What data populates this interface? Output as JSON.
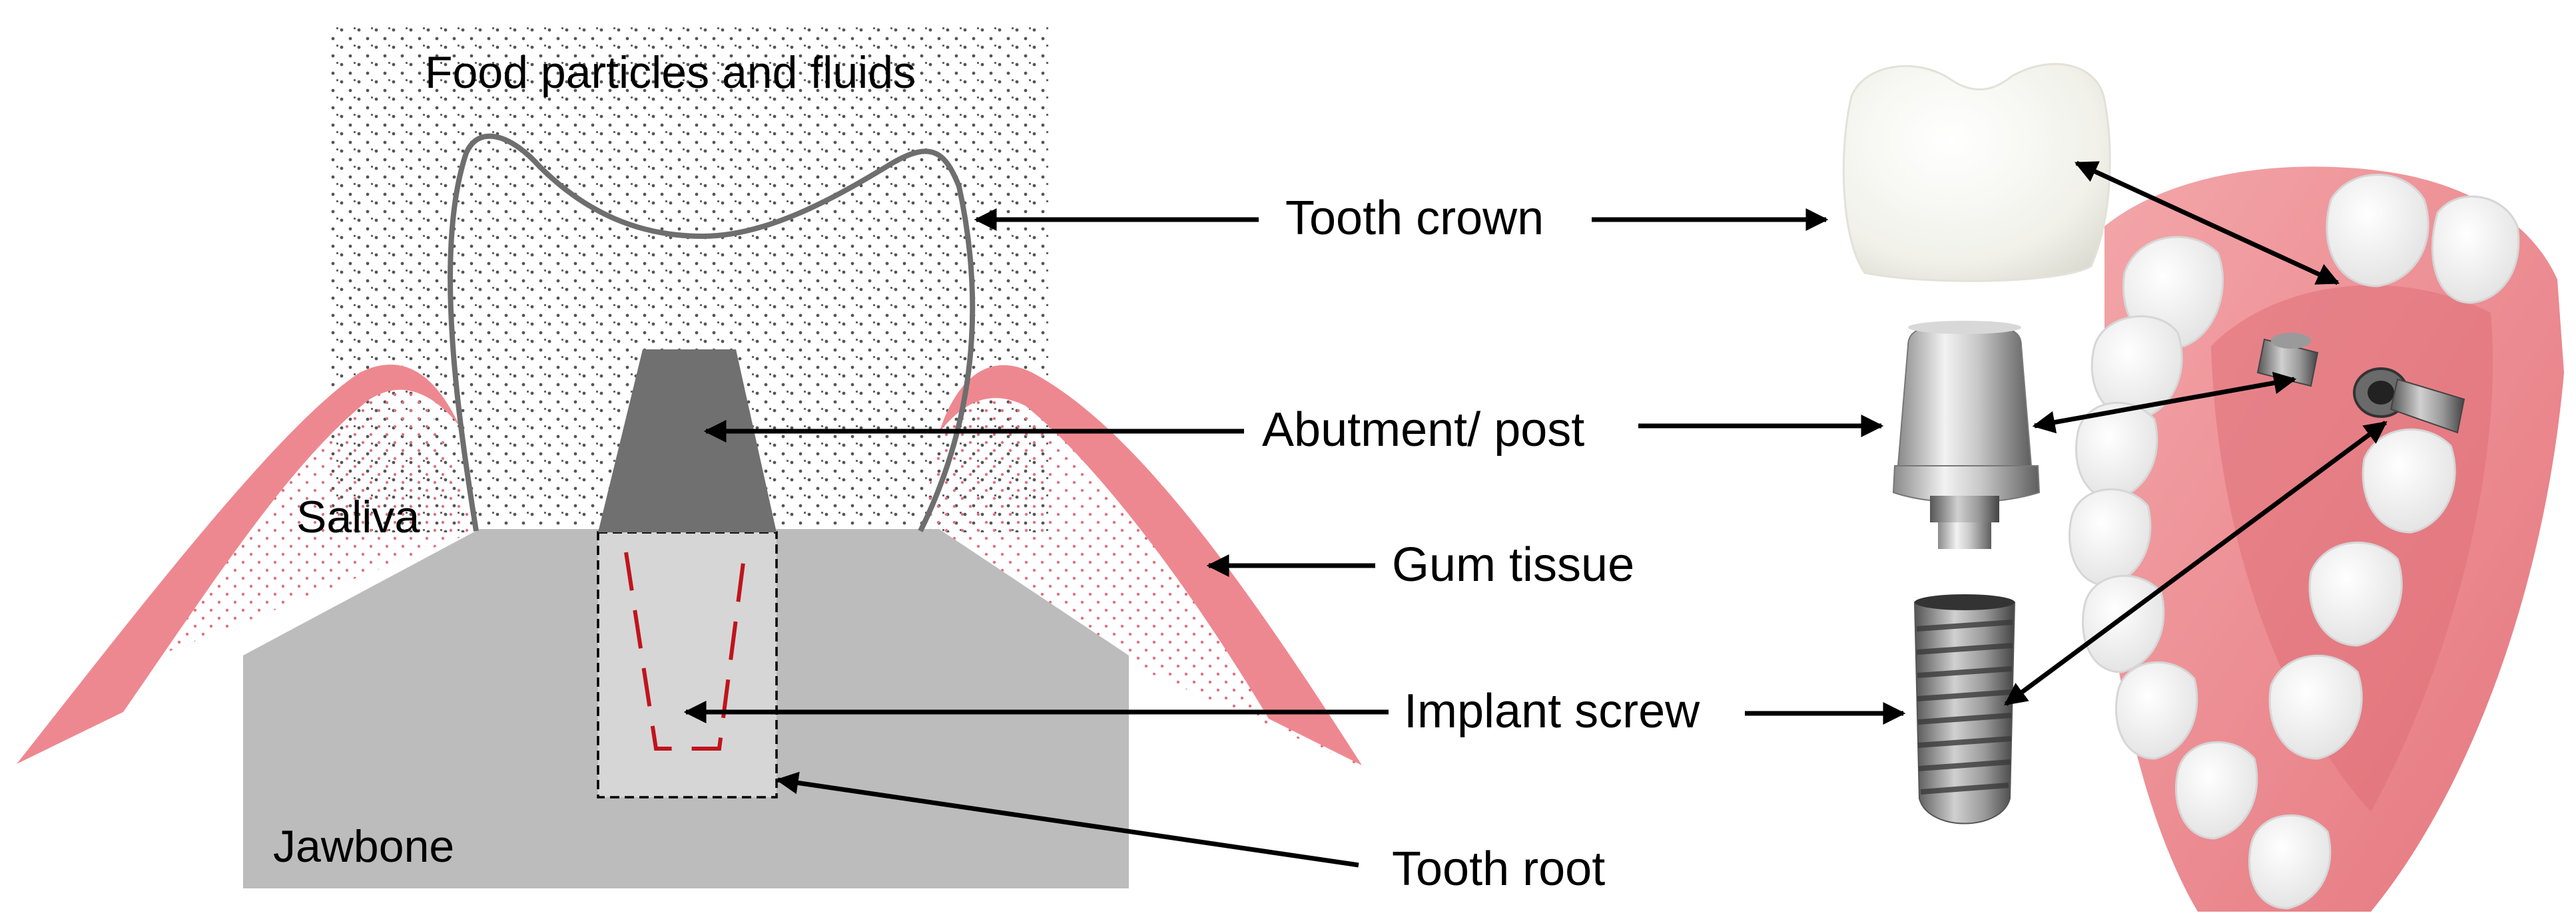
{
  "labels": {
    "food": "Food particles and fluids",
    "saliva": "Saliva",
    "jawbone": "Jawbone",
    "tooth_crown": "Tooth crown",
    "abutment": "Abutment/ post",
    "gum_tissue": "Gum tissue",
    "implant_screw": "Implant screw",
    "tooth_root": "Tooth root"
  },
  "colors": {
    "gum": "#ee8890",
    "gum_dark": "#d9606c",
    "bone": "#bcbcbc",
    "root_zone": "#d6d6d6",
    "abutment_fill": "#707070",
    "crown_outline": "#6e6e6e",
    "implant_dash": "#c0141c",
    "arrow": "#000000",
    "food_dots": "#555555"
  }
}
